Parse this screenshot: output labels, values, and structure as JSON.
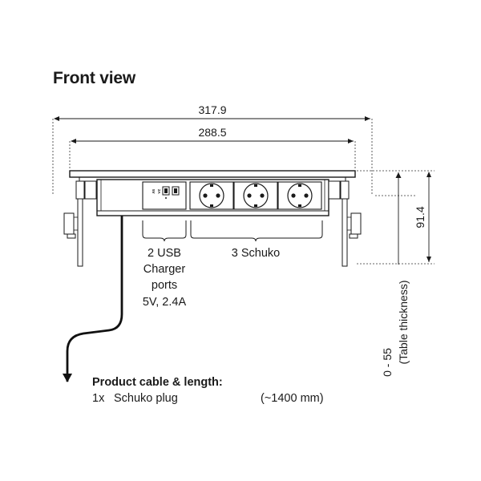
{
  "title": "Front view",
  "dimensions": {
    "outer_width": "317.9",
    "inner_width": "288.5",
    "height": "91.4",
    "table_thickness_range": "0 - 55",
    "table_thickness_note": "(Table thickness)"
  },
  "labels": {
    "usb_line1": "2 USB",
    "usb_line2": "Charger",
    "usb_line3": "ports",
    "usb_line4": "5V, 2.4A",
    "schuko": "3 Schuko"
  },
  "usb_module_text": {
    "a": "5V",
    "b": "2A"
  },
  "cable": {
    "heading": "Product cable & length:",
    "quantity": "1x",
    "plug": "Schuko plug",
    "length": "(~1400 mm)"
  }
}
